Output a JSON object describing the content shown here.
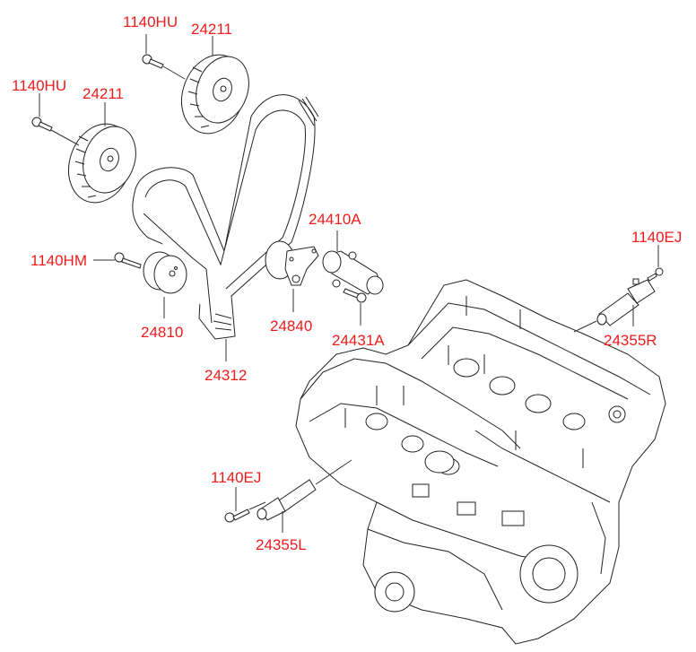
{
  "diagram": {
    "type": "exploded-parts-view",
    "label_color": "#ee1c1c",
    "line_color": "#222222",
    "callouts": [
      {
        "id": "bolt-top-right",
        "part_no": "1140HU"
      },
      {
        "id": "sprocket-top-right",
        "part_no": "24211"
      },
      {
        "id": "bolt-top-left",
        "part_no": "1140HU"
      },
      {
        "id": "sprocket-top-left",
        "part_no": "24211"
      },
      {
        "id": "idler-bolt",
        "part_no": "1140HM"
      },
      {
        "id": "idler-pulley",
        "part_no": "24810"
      },
      {
        "id": "timing-belt",
        "part_no": "24312"
      },
      {
        "id": "tensioner-pulley",
        "part_no": "24840"
      },
      {
        "id": "auto-tensioner",
        "part_no": "24410A"
      },
      {
        "id": "tensioner-bolt",
        "part_no": "24431A"
      },
      {
        "id": "ocv-bolt-right",
        "part_no": "1140EJ"
      },
      {
        "id": "ocv-right",
        "part_no": "24355R"
      },
      {
        "id": "ocv-bolt-left",
        "part_no": "1140EJ"
      },
      {
        "id": "ocv-left",
        "part_no": "24355L"
      }
    ]
  }
}
